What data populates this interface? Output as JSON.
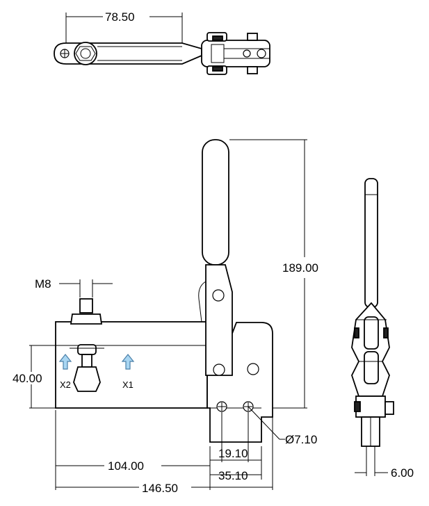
{
  "dimensions": {
    "top_width": "78.50",
    "height": "189.00",
    "thread": "M8",
    "base_height": "40.00",
    "hole_diameter": "Ø7.10",
    "hole_spacing": "19.10",
    "length_to_arm": "104.00",
    "hole_offset": "35.10",
    "total_length": "146.50",
    "side_thickness": "6.00"
  },
  "labels": {
    "x1": "X1",
    "x2": "X2"
  },
  "colors": {
    "line": "#000000",
    "arrow_fill": "#a9d6f2",
    "arrow_stroke": "#4a7fa8"
  }
}
